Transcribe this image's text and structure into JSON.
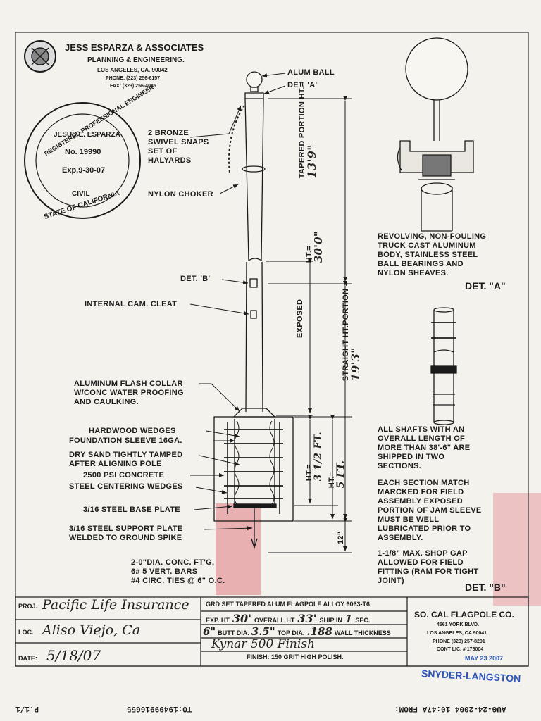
{
  "firm": {
    "name": "JESS ESPARZA & ASSOCIATES",
    "service": "PLANNING & ENGINEERING.",
    "city": "LOS ANGELES, CA. 90042",
    "phone": "PHONE: (323) 256-6157",
    "fax": "FAX: (323) 256-4045"
  },
  "seal": {
    "ring_top": "REGISTERED PROFESSIONAL ENGINEER",
    "name": "JESUS E. ESPARZA",
    "number": "No. 19990",
    "expiry": "Exp.9-30-07",
    "branch": "CIVIL",
    "ring_bottom": "STATE OF CALIFORNIA"
  },
  "callouts": {
    "alum_ball": "ALUM BALL",
    "det_a_ref": "DET. 'A'",
    "swivel_snaps": "2 BRONZE\nSWIVEL SNAPS\nSET OF\nHALYARDS",
    "nylon_choker": "NYLON CHOKER",
    "det_b_ref": "DET. 'B'",
    "internal_cam_cleat": "INTERNAL CAM. CLEAT",
    "flash_collar": "ALUMINUM FLASH COLLAR\nW/CONC WATER PROOFING\nAND CAULKING.",
    "hardwood_wedges": "HARDWOOD WEDGES",
    "foundation_sleeve": "FOUNDATION SLEEVE 16GA.",
    "dry_sand": "DRY SAND TIGHTLY TAMPED\nAFTER ALIGNING POLE",
    "concrete": "2500 PSI CONCRETE",
    "centering_wedges": "STEEL CENTERING WEDGES",
    "base_plate": "3/16 STEEL BASE PLATE",
    "support_plate": "3/16 STEEL SUPPORT PLATE\nWELDED TO GROUND SPIKE",
    "footing": "2-0\"DIA. CONC. FT'G.\n6# 5 VERT. BARS\n#4 CIRC. TIES @ 6\" O.C."
  },
  "dimensions": {
    "tapered_portion": "TAPERED PORTION HT.=",
    "tapered_value": "13'9\"",
    "exposed": "EXPOSED",
    "exposed_ht": "HT.=",
    "exposed_value": "30'0\"",
    "straight_portion": "STRAIGHT HT.PORTION =",
    "straight_value": "19'3\"",
    "sleeve_ht": "HT.=",
    "sleeve_value": "3 1/2 FT.",
    "embed_ht": "HT.=",
    "embed_value": "5 FT.",
    "spike": "12\""
  },
  "detail_a": {
    "description": "REVOLVING, NON-FOULING\nTRUCK CAST ALUMINUM\nBODY, STAINLESS STEEL\nBALL BEARINGS AND\nNYLON SHEAVES.",
    "label": "DET. \"A\""
  },
  "detail_b": {
    "note1": "ALL SHAFTS WITH AN\nOVERALL LENGTH OF\nMORE THAN 38'-6\" ARE\nSHIPPED IN TWO\nSECTIONS.",
    "note2": "EACH SECTION MATCH\nMARCKED FOR FIELD\nASSEMBLY EXPOSED\nPORTION OF JAM SLEEVE\nMUST BE WELL\nLUBRICATED PRIOR TO\nASSEMBLY.",
    "note3": "1-1/8\" MAX. SHOP GAP\nALLOWED FOR FIELD\nFITTING (RAM FOR TIGHT\nJOINT)",
    "label": "DET. \"B\""
  },
  "title_block": {
    "proj_label": "PROJ.",
    "proj_value": "Pacific Life Insurance",
    "loc_label": "LOC.",
    "loc_value": "Aliso Viejo, Ca",
    "date_label": "DATE:",
    "date_value": "5/18/07",
    "spec_line1": "GRD SET TAPERED ALUM FLAGPOLE ALLOY 6063-T6",
    "spec_line2_a": "EXP. HT",
    "spec_line2_exp": "30'",
    "spec_line2_b": "OVERALL HT",
    "spec_line2_overall": "33'",
    "spec_line2_c": "SHIP IN",
    "spec_line2_ship": "1",
    "spec_line2_d": "SEC.",
    "spec_line3_butt": "6\"",
    "spec_line3_a": "BUTT DIA.",
    "spec_line3_top": "3.5\"",
    "spec_line3_b": "TOP DIA.",
    "spec_line3_wall": ".188",
    "spec_line3_c": "WALL THICKNESS",
    "spec_line4": "Kynar 500 Finish",
    "spec_line5": "FINISH: 150 GRIT HIGH POLISH.",
    "company": "SO. CAL FLAGPOLE CO.",
    "address": "4561 YORK BLVD.",
    "city": "LOS ANGELES, CA 90041",
    "phone": "PHONE (323) 257-8201",
    "license": "CONT LIC. # 176004"
  },
  "stamp": {
    "text": "SNYDER-LANGSTON",
    "date": "MAY 23 2007",
    "color": "#2b55b8",
    "red_color": "#d4424f"
  },
  "fax_header": {
    "page": "P.1/1",
    "to": "TO:19499916655",
    "from": "AUG-24-2004 10:47A FROM:"
  }
}
